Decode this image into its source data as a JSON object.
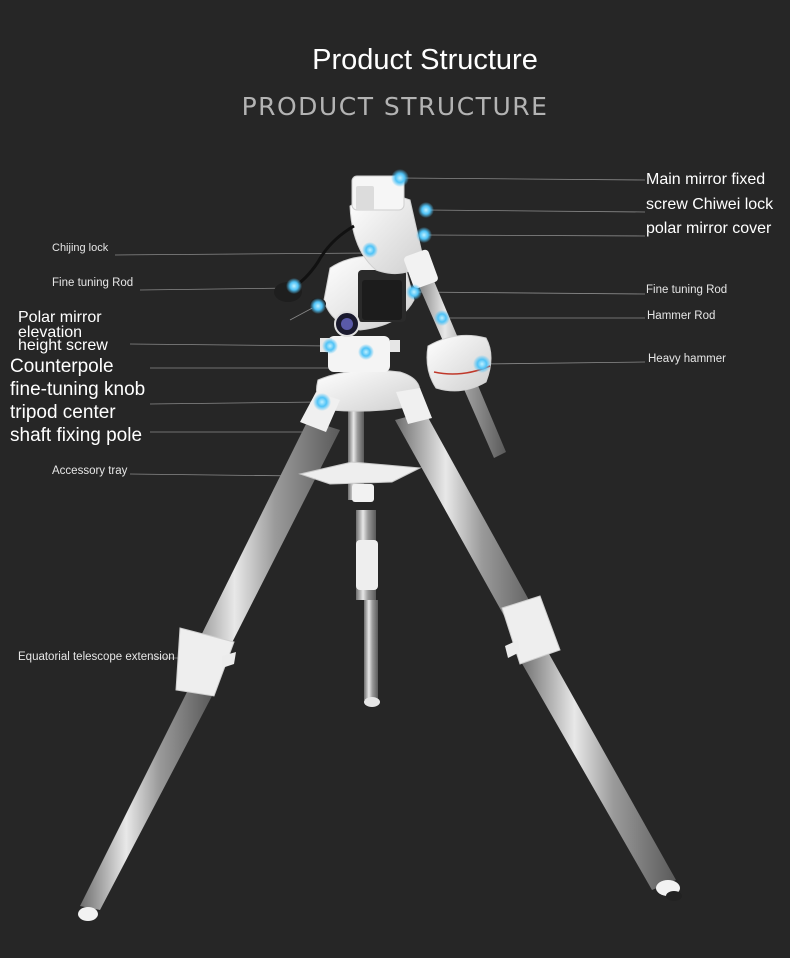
{
  "header": {
    "title": "Product Structure",
    "subtitle": "PRODUCT STRUCTURE"
  },
  "labels": {
    "main_mirror_fixed": "Main mirror fixed",
    "screw_chiwei_lock": "screw Chiwei lock",
    "polar_mirror_cover": "polar mirror cover",
    "chijing_lock": "Chijing lock",
    "fine_tuning_rod_left": "Fine tuning Rod",
    "fine_tuning_rod_right": "Fine tuning Rod",
    "hammer_rod": "Hammer Rod",
    "heavy_hammer": "Heavy hammer",
    "polar_mirror": "Polar mirror",
    "elevation": "elevation",
    "height_screw": "height screw",
    "counterpole": "Counterpole",
    "fine_tuning_knob": "fine-tuning knob",
    "tripod_center": "tripod center",
    "shaft_fixing_pole": "shaft fixing pole",
    "accessory_tray": "Accessory tray",
    "equatorial_extension": "Equatorial telescope extension"
  },
  "colors": {
    "background": "#262626",
    "leader_line": "#8a8a8a",
    "marker": "#4fc3f7",
    "mount_white": "#f2f2f2",
    "steel": "#b8b8b8"
  }
}
